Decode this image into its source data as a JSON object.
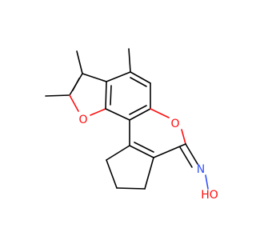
{
  "molecule": {
    "atom_labels": {
      "furan_oxygen": "O",
      "pyranone_oxygen": "O",
      "imine_nitrogen": "N",
      "hydroxyl": "HO"
    },
    "colors": {
      "bond": "#000000",
      "oxygen": "#ff0d0d",
      "nitrogen": "#3050f8",
      "background": "#ffffff"
    }
  }
}
